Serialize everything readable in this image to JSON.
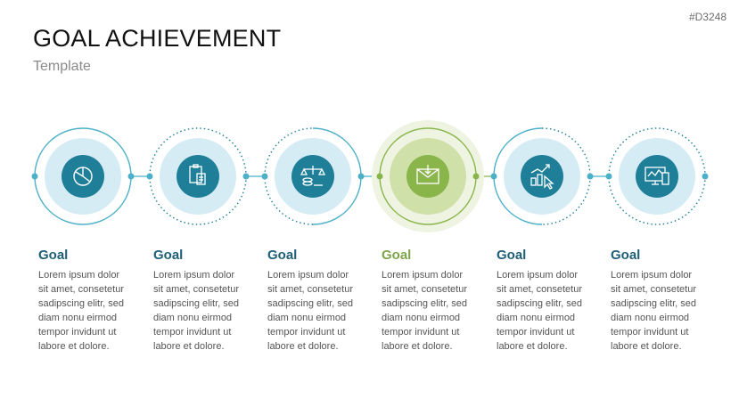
{
  "doc_id": "#D3248",
  "title": "GOAL ACHIEVEMENT",
  "subtitle": "Template",
  "colors": {
    "teal": "#1f7f99",
    "teal_ring": "#4cb0c8",
    "light_blue": "#d6ecf4",
    "green": "#8ab54b",
    "green_light": "#cfe0a8",
    "green_halo": "#eef4e1"
  },
  "goals": [
    {
      "heading": "Goal",
      "icon": "pie-chart-icon",
      "text": "Lorem ipsum dolor\nsit amet, consetetur\nsadipscing elitr, sed\ndiam nonu eirmod\ntempor invidunt ut\nlabore et dolore."
    },
    {
      "heading": "Goal",
      "icon": "clipboard-calculator-icon",
      "text": "Lorem ipsum dolor\nsit amet, consetetur\nsadipscing elitr, sed\ndiam nonu eirmod\ntempor invidunt ut\nlabore et dolore."
    },
    {
      "heading": "Goal",
      "icon": "scale-coins-icon",
      "text": "Lorem ipsum dolor\nsit amet, consetetur\nsadipscing elitr, sed\ndiam nonu eirmod\ntempor invidunt ut\nlabore et dolore."
    },
    {
      "heading": "Goal",
      "icon": "envelope-download-icon",
      "text": "Lorem ipsum dolor\nsit amet, consetetur\nsadipscing elitr, sed\ndiam nonu eirmod\ntempor invidunt ut\nlabore et dolore."
    },
    {
      "heading": "Goal",
      "icon": "growth-chart-cursor-icon",
      "text": "Lorem ipsum dolor\nsit amet, consetetur\nsadipscing elitr, sed\ndiam nonu eirmod\ntempor invidunt ut\nlabore et dolore."
    },
    {
      "heading": "Goal",
      "icon": "devices-chart-icon",
      "text": "Lorem ipsum dolor\nsit amet, consetetur\nsadipscing elitr, sed\ndiam nonu eirmod\ntempor invidunt ut\nlabore et dolore."
    }
  ]
}
